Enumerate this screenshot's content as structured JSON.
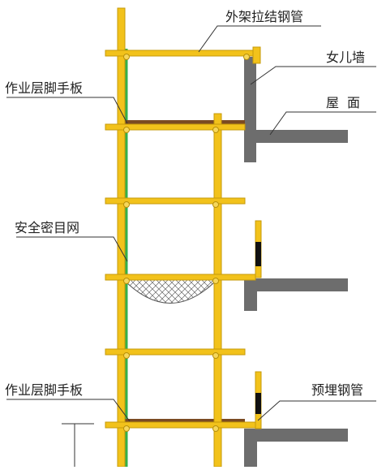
{
  "labels": {
    "outer_tie_tube": "外架拉结钢管",
    "parapet": "女儿墙",
    "roof": "屋面",
    "scaffold_board_top": "作业层脚手板",
    "safety_net": "安全密目网",
    "scaffold_board_bottom": "作业层脚手板",
    "embedded_tube": "预埋钢管"
  },
  "colors": {
    "tube": "#f2c21b",
    "tube_edge": "#c69a0a",
    "concrete": "#6d6d6d",
    "board": "#7a4a22",
    "net_line": "#35b04a",
    "leader": "#333333",
    "black_tube": "#111111"
  }
}
